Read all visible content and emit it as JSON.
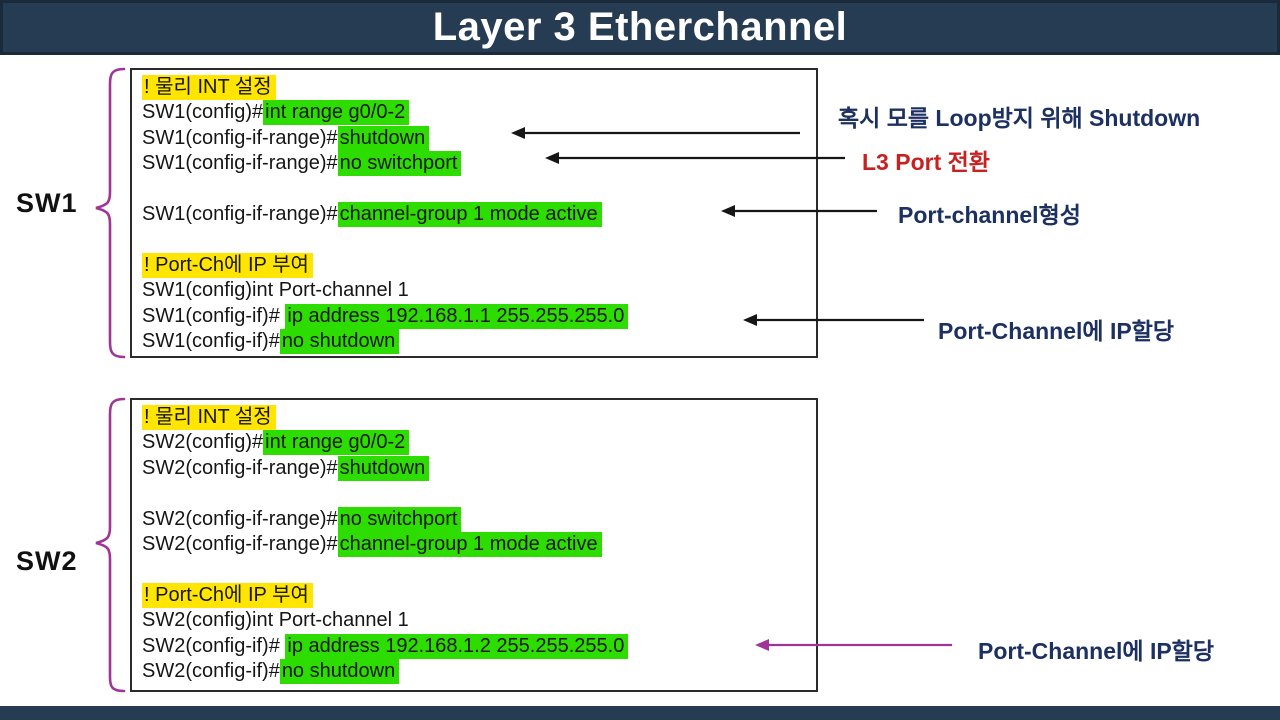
{
  "title": "Layer 3 Etherchannel",
  "colors": {
    "header_bg": "#263c53",
    "header_border": "#1b2a3a",
    "highlight_green": "#2edd00",
    "highlight_yellow": "#ffe500",
    "annotation_navy": "#1c3061",
    "annotation_red": "#c82121",
    "brace_purple": "#9e3597",
    "arrow_black": "#161616"
  },
  "sw1": {
    "label": "SW1",
    "lines": [
      {
        "comment": "! 물리 INT 설정"
      },
      {
        "prompt": "SW1(config)#",
        "cmd": "int range g0/0-2"
      },
      {
        "prompt": "SW1(config-if-range)#",
        "cmd": "shutdown"
      },
      {
        "prompt": "SW1(config-if-range)#",
        "cmd": "no switchport"
      },
      {
        "blank": true
      },
      {
        "prompt": "SW1(config-if-range)#",
        "cmd": "channel-group 1 mode active"
      },
      {
        "blank": true
      },
      {
        "comment": "! Port-Ch에 IP 부여"
      },
      {
        "plain": "SW1(config)int Port-channel 1"
      },
      {
        "prompt": "SW1(config-if)# ",
        "cmd": "ip address 192.168.1.1 255.255.255.0"
      },
      {
        "prompt": "SW1(config-if)#",
        "cmd": "no shutdown"
      }
    ]
  },
  "sw2": {
    "label": "SW2",
    "lines": [
      {
        "comment": "! 물리 INT 설정"
      },
      {
        "prompt": "SW2(config)#",
        "cmd": "int range g0/0-2"
      },
      {
        "prompt": "SW2(config-if-range)#",
        "cmd": "shutdown"
      },
      {
        "blank": true
      },
      {
        "prompt": "SW2(config-if-range)#",
        "cmd": "no switchport"
      },
      {
        "prompt": "SW2(config-if-range)#",
        "cmd": "channel-group 1 mode active"
      },
      {
        "blank": true
      },
      {
        "comment": "! Port-Ch에 IP 부여"
      },
      {
        "plain": "SW2(config)int Port-channel 1"
      },
      {
        "prompt": "SW2(config-if)# ",
        "cmd": "ip address 192.168.1.2 255.255.255.0"
      },
      {
        "prompt": "SW2(config-if)#",
        "cmd": "no shutdown"
      }
    ]
  },
  "annotations": [
    {
      "text": "혹시 모를 Loop방지 위해 Shutdown",
      "color": "navy"
    },
    {
      "text": "L3 Port 전환",
      "color": "red"
    },
    {
      "text": "Port-channel형성",
      "color": "navy"
    },
    {
      "text": "Port-Channel에 IP할당",
      "color": "navy"
    },
    {
      "text": "Port-Channel에 IP할당",
      "color": "navy"
    }
  ]
}
